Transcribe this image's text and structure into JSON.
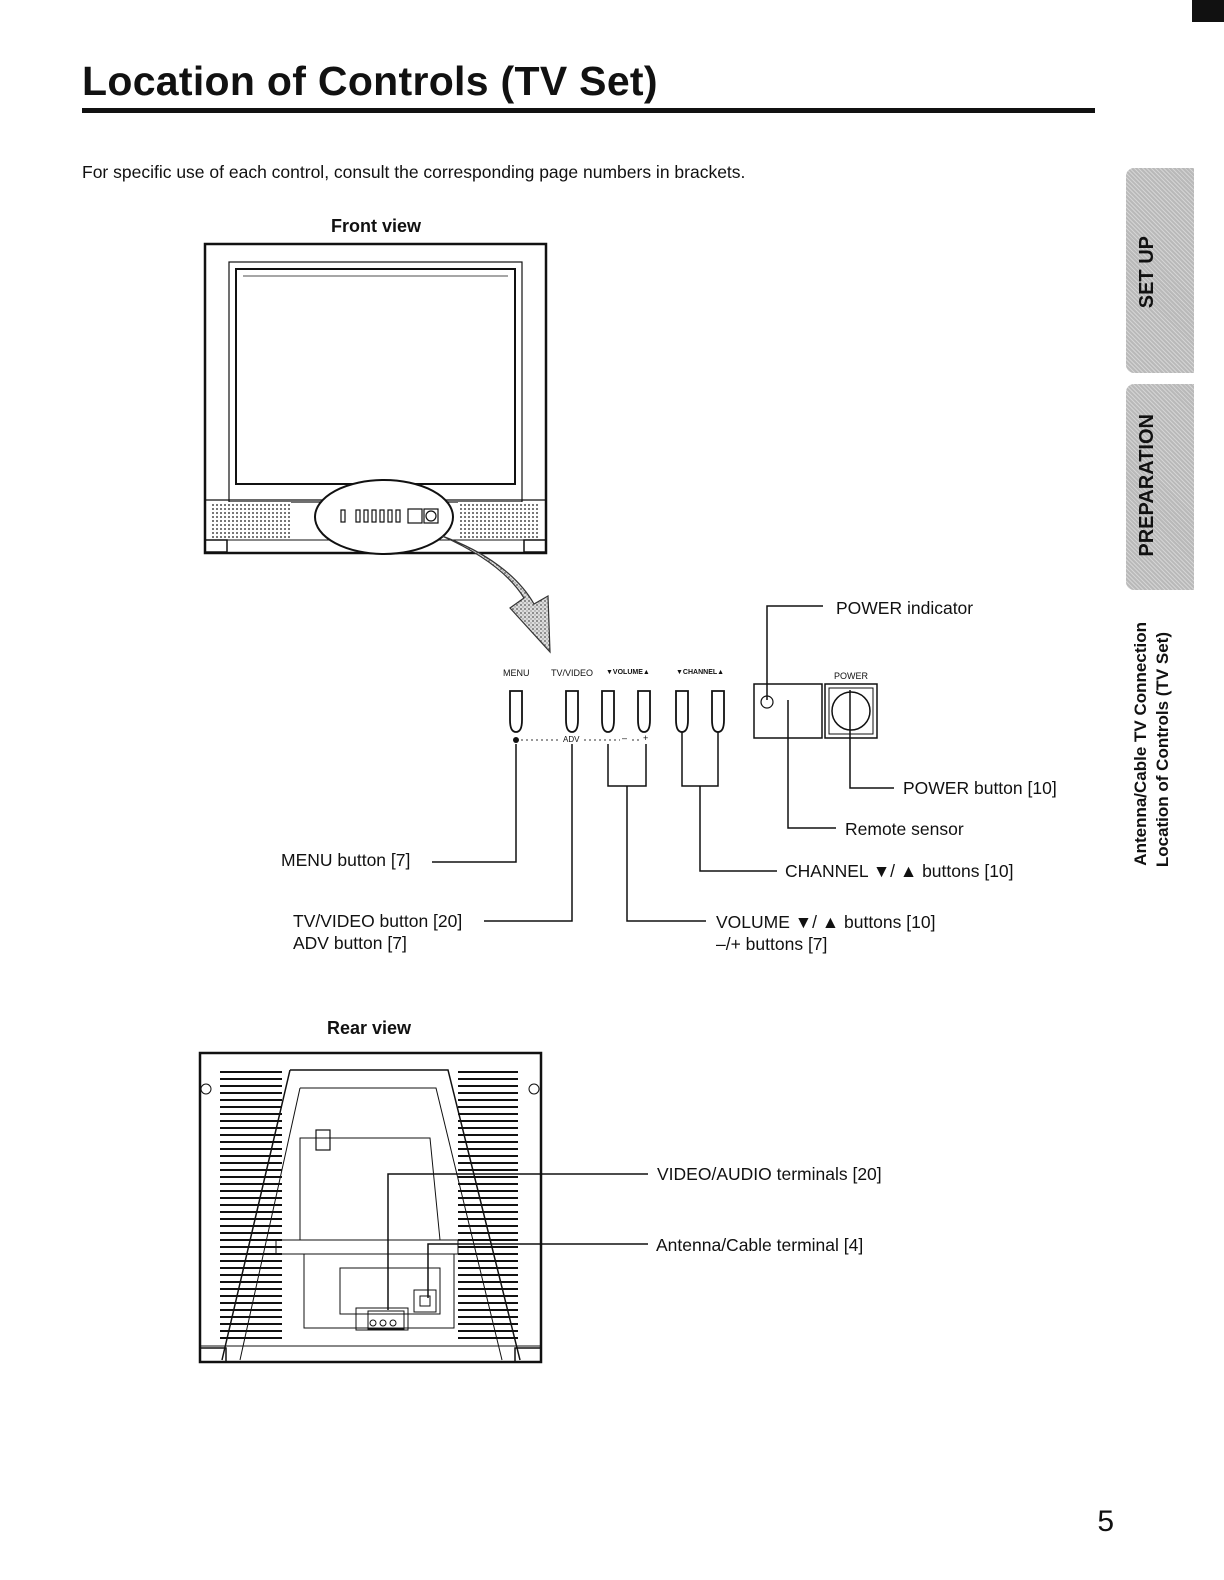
{
  "page": {
    "title": "Location of Controls (TV Set)",
    "intro": "For specific use of each control, consult the corresponding page numbers in brackets.",
    "page_number": "5"
  },
  "side_tabs": {
    "setup": "SET UP",
    "preparation": "PREPARATION",
    "section_line1": "Antenna/Cable TV Connection",
    "section_line2": "Location of Controls (TV Set)"
  },
  "front_view": {
    "heading": "Front view",
    "panel_labels": {
      "menu": "MENU",
      "tv_video": "TV/VIDEO",
      "volume": "▼VOLUME▲",
      "channel": "▼CHANNEL▲",
      "adv": "ADV",
      "minus": "–",
      "plus": "+",
      "power": "POWER"
    },
    "callouts": {
      "power_indicator": "POWER indicator",
      "power_button": "POWER button [10]",
      "remote_sensor": "Remote sensor",
      "menu_button": "MENU button [7]",
      "channel_buttons": "CHANNEL ▼/ ▲ buttons [10]",
      "tv_video_button": "TV/VIDEO button [20]",
      "adv_button": "ADV button [7]",
      "volume_buttons": "VOLUME ▼/ ▲ buttons [10]",
      "minus_plus_buttons": "–/+ buttons [7]"
    }
  },
  "rear_view": {
    "heading": "Rear view",
    "callouts": {
      "video_audio": "VIDEO/AUDIO terminals [20]",
      "antenna": "Antenna/Cable terminal [4]"
    }
  }
}
